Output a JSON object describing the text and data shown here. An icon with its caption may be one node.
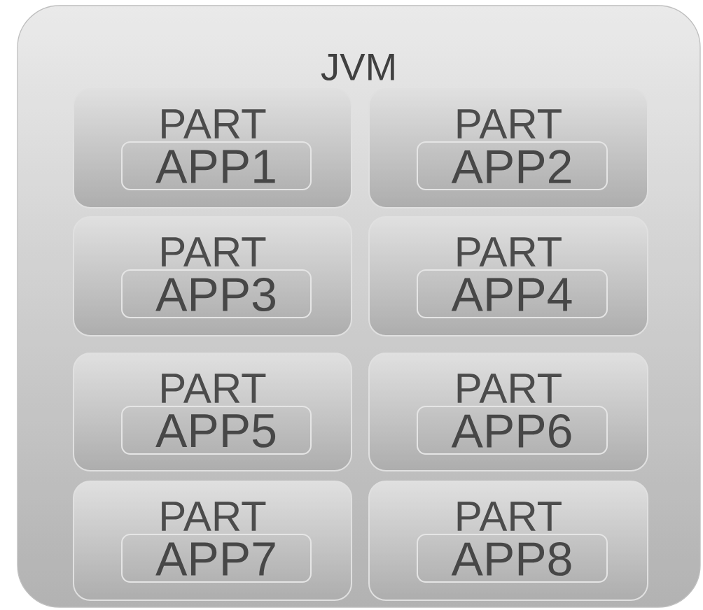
{
  "diagram": {
    "nodes": [
      {
        "text": [
          "JVM"
        ]
      },
      {
        "text": [
          "PART"
        ],
        "in": 0
      },
      {
        "text": [
          "APP1"
        ],
        "in": 1
      },
      {
        "text": [
          "PART"
        ],
        "in": 0
      },
      {
        "text": [
          "APP2"
        ],
        "in": 3
      },
      {
        "text": [
          "PART"
        ],
        "in": 0
      },
      {
        "text": [
          "APP3"
        ],
        "in": 5
      },
      {
        "text": [
          "PART"
        ],
        "in": 0
      },
      {
        "text": [
          "APP4"
        ],
        "in": 7
      },
      {
        "text": [
          "PART"
        ],
        "in": 0
      },
      {
        "text": [
          "APP5"
        ],
        "in": 9
      },
      {
        "text": [
          "PART"
        ],
        "in": 0
      },
      {
        "text": [
          "APP6"
        ],
        "in": 11
      },
      {
        "text": [
          "PART"
        ],
        "in": 0
      },
      {
        "text": [
          "APP7"
        ],
        "in": 13
      },
      {
        "text": [
          "PART"
        ],
        "in": 0
      },
      {
        "text": [
          "APP8"
        ],
        "in": 15
      }
    ]
  }
}
